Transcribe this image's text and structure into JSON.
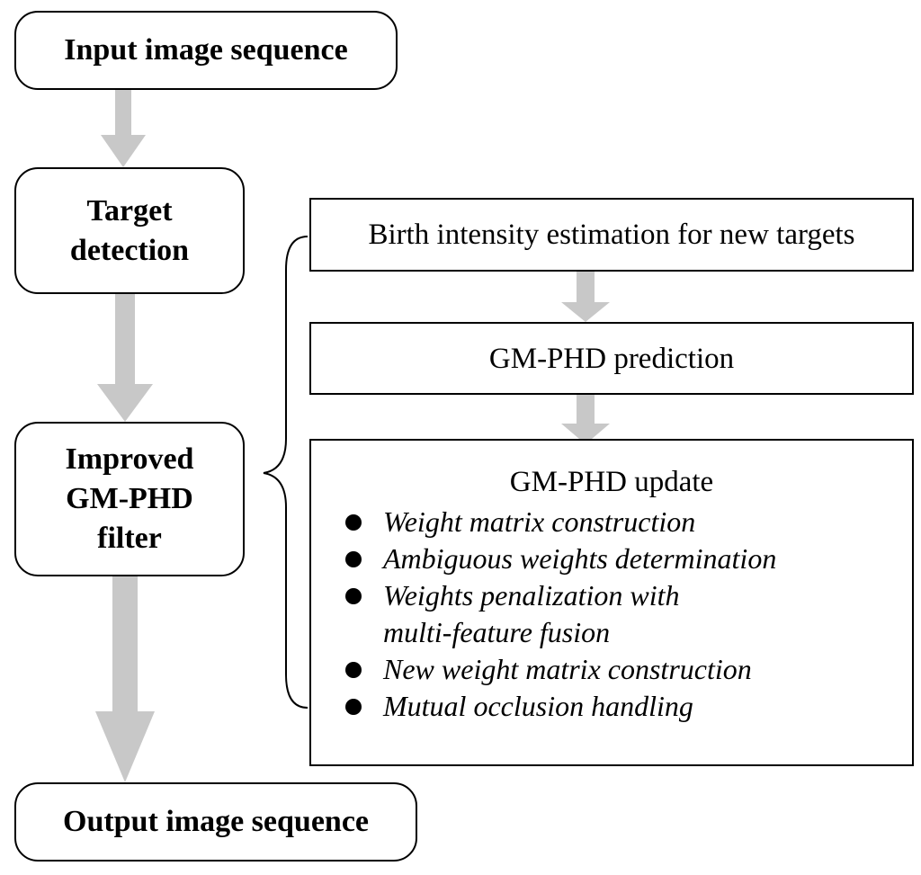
{
  "left_column": {
    "input": "Input image sequence",
    "detection": [
      "Target",
      "detection"
    ],
    "filter": [
      "Improved",
      "GM-PHD",
      "filter"
    ],
    "output": "Output image sequence"
  },
  "right_column": {
    "birth": "Birth intensity estimation for new targets",
    "prediction": "GM-PHD prediction",
    "update": {
      "title": "GM-PHD update",
      "items": [
        [
          "Weight matrix construction"
        ],
        [
          "Ambiguous weights determination"
        ],
        [
          "Weights penalization with",
          "multi-feature fusion"
        ],
        [
          "New weight matrix construction"
        ],
        [
          "Mutual occlusion handling"
        ]
      ]
    }
  },
  "colors": {
    "arrow": "#c8c8c8",
    "border": "#000000"
  }
}
